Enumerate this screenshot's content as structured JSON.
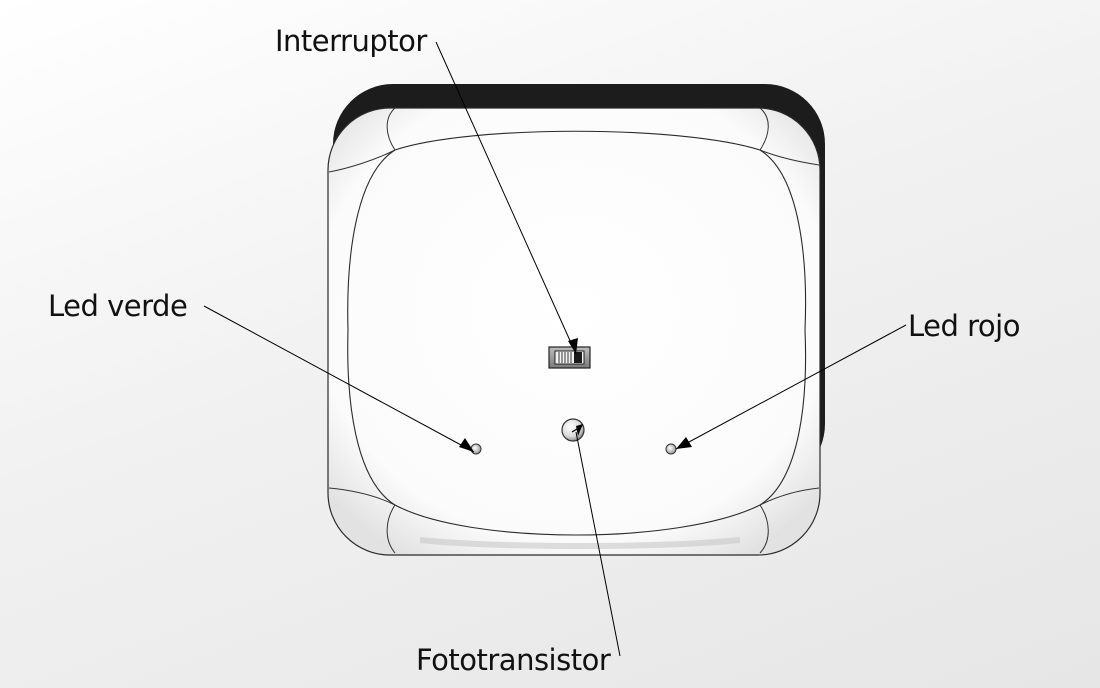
{
  "labels": {
    "interruptor": "Interruptor",
    "led_verde": "Led verde",
    "led_rojo": "Led rojo",
    "fototransistor": "Fototransistor"
  },
  "colors": {
    "background": "#eeeeee",
    "device_body": "#ffffff",
    "device_shadow": "#1a1a1a",
    "outline": "#222222",
    "leader_line": "#000000"
  }
}
